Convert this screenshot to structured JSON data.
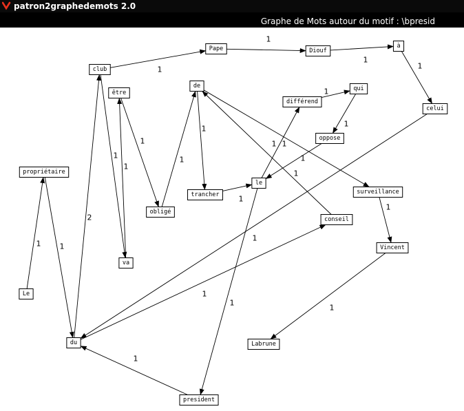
{
  "window": {
    "title": "patron2graphedemots 2.0",
    "icon": "app-logo-icon",
    "accent": "#e8301c"
  },
  "graph": {
    "title": "Graphe de Mots autour du motif : \\bpresid",
    "nodes": [
      {
        "id": "pape",
        "label": "Pape"
      },
      {
        "id": "diouf",
        "label": "Diouf"
      },
      {
        "id": "a",
        "label": "à"
      },
      {
        "id": "club",
        "label": "club"
      },
      {
        "id": "etre",
        "label": "être"
      },
      {
        "id": "de",
        "label": "de"
      },
      {
        "id": "qui",
        "label": "qui"
      },
      {
        "id": "differend",
        "label": "différend"
      },
      {
        "id": "celui",
        "label": "celui"
      },
      {
        "id": "oppose",
        "label": "oppose"
      },
      {
        "id": "proprietaire",
        "label": "propriétaire"
      },
      {
        "id": "le",
        "label": "le"
      },
      {
        "id": "trancher",
        "label": "trancher"
      },
      {
        "id": "surveillance",
        "label": "surveillance"
      },
      {
        "id": "oblige",
        "label": "obligé"
      },
      {
        "id": "conseil",
        "label": "conseil"
      },
      {
        "id": "vincent",
        "label": "Vincent"
      },
      {
        "id": "va",
        "label": "va"
      },
      {
        "id": "Le",
        "label": "Le"
      },
      {
        "id": "du",
        "label": "du"
      },
      {
        "id": "labrune",
        "label": "Labrune"
      },
      {
        "id": "president",
        "label": "president"
      }
    ],
    "edges": [
      {
        "from": "club",
        "to": "pape",
        "weight": "1"
      },
      {
        "from": "pape",
        "to": "diouf",
        "weight": "1"
      },
      {
        "from": "diouf",
        "to": "a",
        "weight": "1"
      },
      {
        "from": "a",
        "to": "celui",
        "weight": "1"
      },
      {
        "from": "celui",
        "to": "du",
        "weight": "1"
      },
      {
        "from": "du",
        "to": "club",
        "weight": "2"
      },
      {
        "from": "club",
        "to": "va",
        "weight": "1"
      },
      {
        "from": "va",
        "to": "etre",
        "weight": "1"
      },
      {
        "from": "etre",
        "to": "oblige",
        "weight": "1"
      },
      {
        "from": "oblige",
        "to": "de",
        "weight": "1"
      },
      {
        "from": "de",
        "to": "trancher",
        "weight": "1"
      },
      {
        "from": "trancher",
        "to": "le",
        "weight": "1"
      },
      {
        "from": "le",
        "to": "differend",
        "weight": "1"
      },
      {
        "from": "differend",
        "to": "qui",
        "weight": "1"
      },
      {
        "from": "qui",
        "to": "oppose",
        "weight": "1"
      },
      {
        "from": "oppose",
        "to": "le",
        "weight": "1"
      },
      {
        "from": "de",
        "to": "surveillance",
        "weight": "1"
      },
      {
        "from": "surveillance",
        "to": "vincent",
        "weight": "1"
      },
      {
        "from": "vincent",
        "to": "labrune",
        "weight": "1"
      },
      {
        "from": "conseil",
        "to": "de",
        "weight": "1"
      },
      {
        "from": "du",
        "to": "conseil",
        "weight": "1"
      },
      {
        "from": "le",
        "to": "president",
        "weight": "1"
      },
      {
        "from": "president",
        "to": "du",
        "weight": "1"
      },
      {
        "from": "Le",
        "to": "proprietaire",
        "weight": "1"
      },
      {
        "from": "proprietaire",
        "to": "du",
        "weight": "1"
      }
    ]
  }
}
